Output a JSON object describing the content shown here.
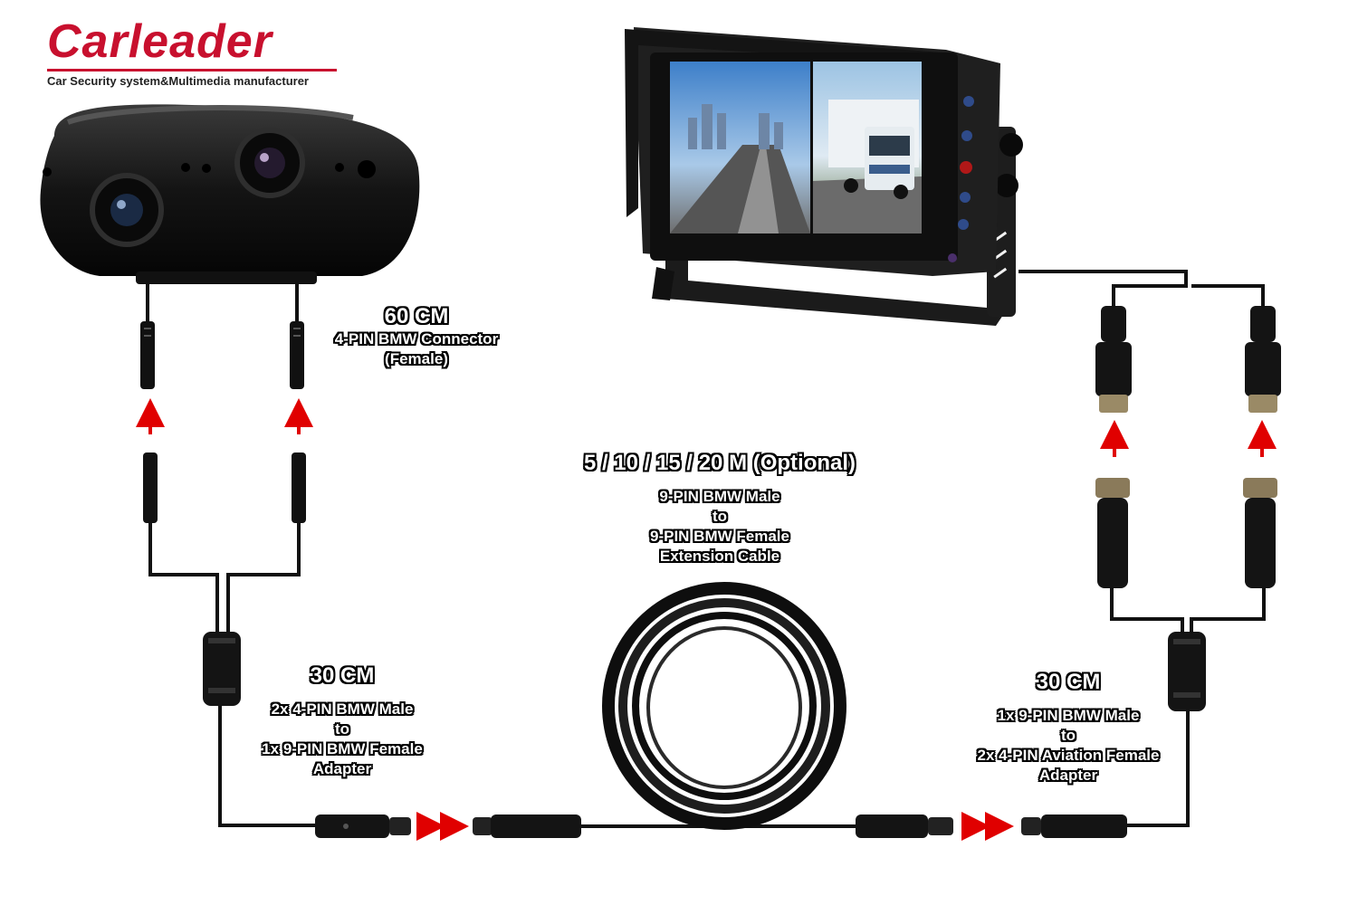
{
  "brand": {
    "name": "Carleader",
    "tagline": "Car Security system&Multimedia manufacturer",
    "color": "#c8102e"
  },
  "labels": {
    "camera_cable": {
      "length": "60 CM",
      "line1": "4-PIN BMW Connector",
      "line2": "(Female)"
    },
    "left_adapter": {
      "length": "30 CM",
      "line1": "2x 4-PIN BMW Male",
      "line2": "to",
      "line3": "1x 9-PIN BMW Female",
      "line4": "Adapter"
    },
    "extension": {
      "length": "5 / 10 / 15 / 20 M (Optional)",
      "line1": "9-PIN BMW Male",
      "line2": "to",
      "line3": "9-PIN BMW Female",
      "line4": "Extension Cable"
    },
    "right_adapter": {
      "length": "30 CM",
      "line1": "1x 9-PIN BMW Male",
      "line2": "to",
      "line3": "2x 4-PIN Aviation Female",
      "line4": "Adapter"
    }
  },
  "colors": {
    "cable": "#111111",
    "arrow": "#e00000",
    "device": "#1b1b1b"
  },
  "icons": {
    "camera": "dual-lens-camera-icon",
    "monitor": "split-screen-monitor-icon",
    "coil": "cable-coil-icon"
  }
}
